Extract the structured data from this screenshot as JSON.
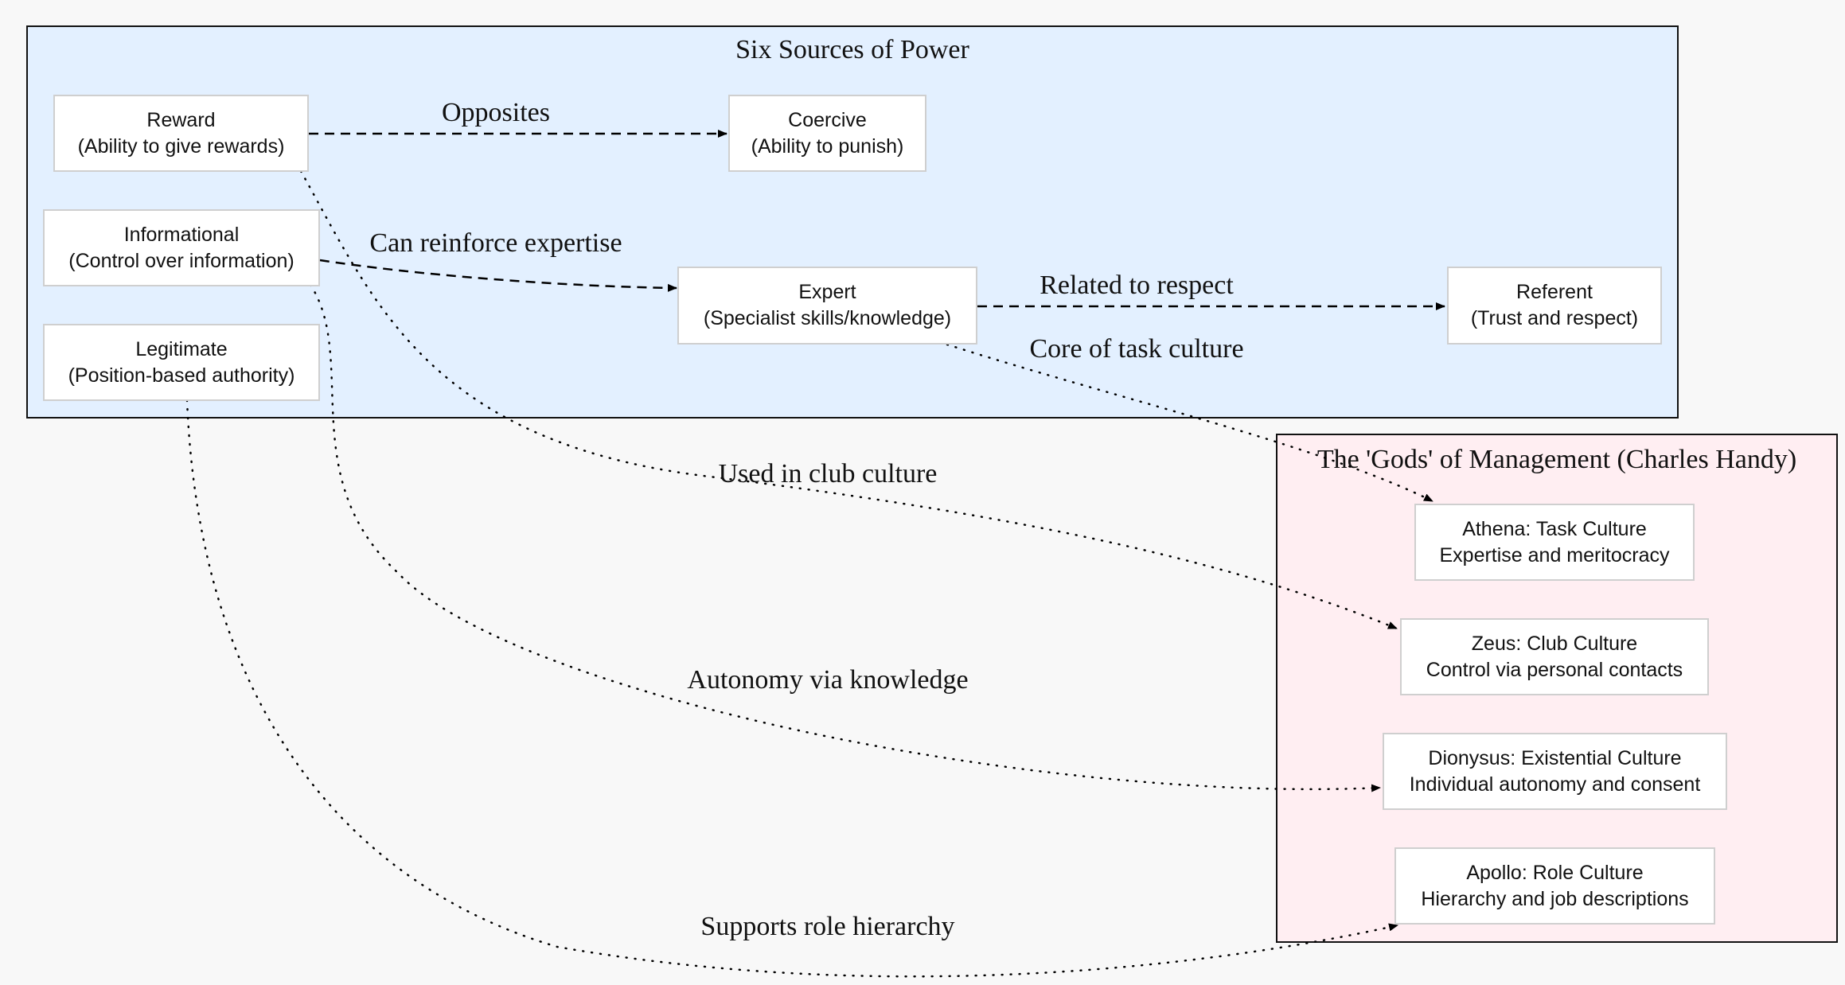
{
  "clusters": {
    "power": {
      "title": "Six Sources of Power",
      "fill": "#e3f0ff"
    },
    "gods": {
      "title": "The 'Gods' of Management (Charles Handy)",
      "fill": "#ffeef2"
    }
  },
  "nodes": {
    "reward": {
      "line1": "Reward",
      "line2": "(Ability to give rewards)"
    },
    "coercive": {
      "line1": "Coercive",
      "line2": "(Ability to punish)"
    },
    "informational": {
      "line1": "Informational",
      "line2": "(Control over information)"
    },
    "expert": {
      "line1": "Expert",
      "line2": "(Specialist skills/knowledge)"
    },
    "referent": {
      "line1": "Referent",
      "line2": "(Trust and respect)"
    },
    "legitimate": {
      "line1": "Legitimate",
      "line2": "(Position-based authority)"
    },
    "athena": {
      "line1": "Athena: Task Culture",
      "line2": "Expertise and meritocracy"
    },
    "zeus": {
      "line1": "Zeus: Club Culture",
      "line2": "Control via personal contacts"
    },
    "dionysus": {
      "line1": "Dionysus: Existential Culture",
      "line2": "Individual autonomy and consent"
    },
    "apollo": {
      "line1": "Apollo: Role Culture",
      "line2": "Hierarchy and job descriptions"
    }
  },
  "edges": {
    "reward_coercive": {
      "label": "Opposites",
      "style": "dashed"
    },
    "informational_expert": {
      "label": "Can reinforce expertise",
      "style": "dashed"
    },
    "expert_referent": {
      "label": "Related to respect",
      "style": "dashed"
    },
    "expert_athena": {
      "label": "Core of task culture",
      "style": "dotted"
    },
    "reward_zeus": {
      "label": "Used in club culture",
      "style": "dotted"
    },
    "informational_dionysus": {
      "label": "Autonomy via knowledge",
      "style": "dotted"
    },
    "legitimate_apollo": {
      "label": "Supports role hierarchy",
      "style": "dotted"
    }
  }
}
